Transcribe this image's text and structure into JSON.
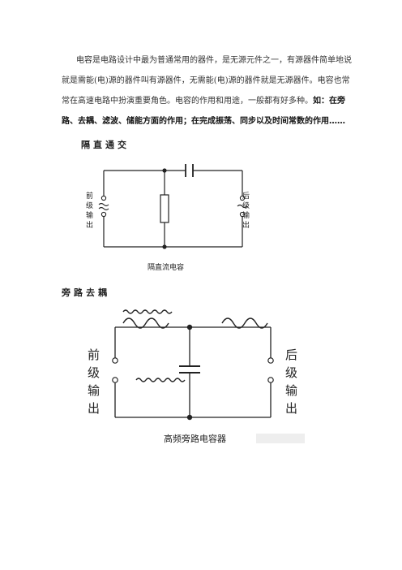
{
  "paragraph": {
    "normal": "电容是电路设计中最为普通常用的器件，是无源元件之一，有源器件简单地说就是需能(电)源的器件叫有源器件，无需能(电)源的器件就是无源器件。电容也常常在高速电路中扮演重要角色。电容的作用和用途，一般都有好多种。",
    "bold": "如：在旁路、去耦、滤波、储能方面的作用；在完成振荡、同步以及时间常数的作用……"
  },
  "section1": {
    "heading": "隔直通交",
    "left_label": [
      "前",
      "级",
      "输",
      "出"
    ],
    "right_label": [
      "后",
      "级",
      "输",
      "出"
    ],
    "caption": "隔直流电容"
  },
  "section2": {
    "heading": "旁路去耦",
    "left_label": [
      "前",
      "级",
      "输",
      "出"
    ],
    "right_label": [
      "后",
      "级",
      "输",
      "出"
    ],
    "caption": "高频旁路电容器"
  }
}
